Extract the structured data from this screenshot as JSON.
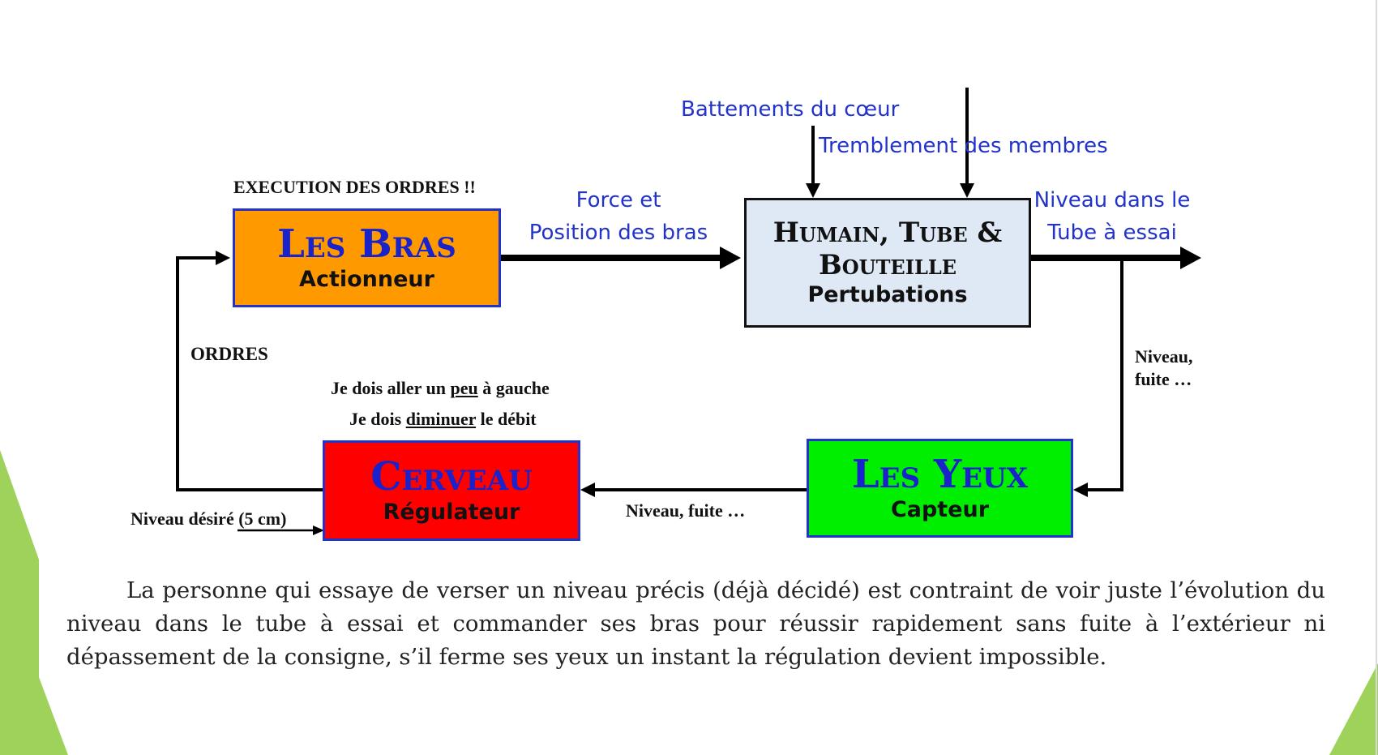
{
  "colors": {
    "bras_fill": "#ff9900",
    "environment_fill": "#dfe9f6",
    "cerveau_fill": "#ff0000",
    "yeux_fill": "#00ee00",
    "title_blue": "#1a22cc",
    "label_blue": "#2233cc",
    "decoration_green": "#9fd25a"
  },
  "blocks": {
    "bras": {
      "title": "Les Bras",
      "subtitle": "Actionneur"
    },
    "environment": {
      "title_line1": "Humain, Tube &",
      "title_line2": "Bouteille",
      "subtitle": "Pertubations"
    },
    "cerveau": {
      "title": "Cerveau",
      "subtitle": "Régulateur"
    },
    "yeux": {
      "title": "Les Yeux",
      "subtitle": "Capteur"
    }
  },
  "labels": {
    "execution": "EXECUTION DES ORDRES !!",
    "force_line1": "Force et",
    "force_line2": "Position des bras",
    "battements": "Battements du cœur",
    "tremblement": "Tremblement des membres",
    "niveau_tube_line1": "Niveau dans le",
    "niveau_tube_line2": "Tube à essai",
    "ordres": "ORDRES",
    "niveau_fuite_right_line1": "Niveau,",
    "niveau_fuite_right_line2": "fuite …",
    "niveau_fuite_bottom": "Niveau, fuite …",
    "niveau_desire": "Niveau désiré (5 cm)",
    "pensee1": {
      "before": "Je dois aller un ",
      "emph": "peu",
      "after": " à gauche"
    },
    "pensee2": {
      "before": "Je dois ",
      "emph": "diminuer",
      "after": " le débit"
    }
  },
  "paragraph": "La personne qui essaye de verser un niveau précis (déjà décidé) est contraint de voir juste l’évolution du niveau dans le tube à essai et commander ses bras pour réussir rapidement sans fuite à l’extérieur ni dépassement de la consigne, s’il ferme ses yeux un instant la régulation devient impossible."
}
